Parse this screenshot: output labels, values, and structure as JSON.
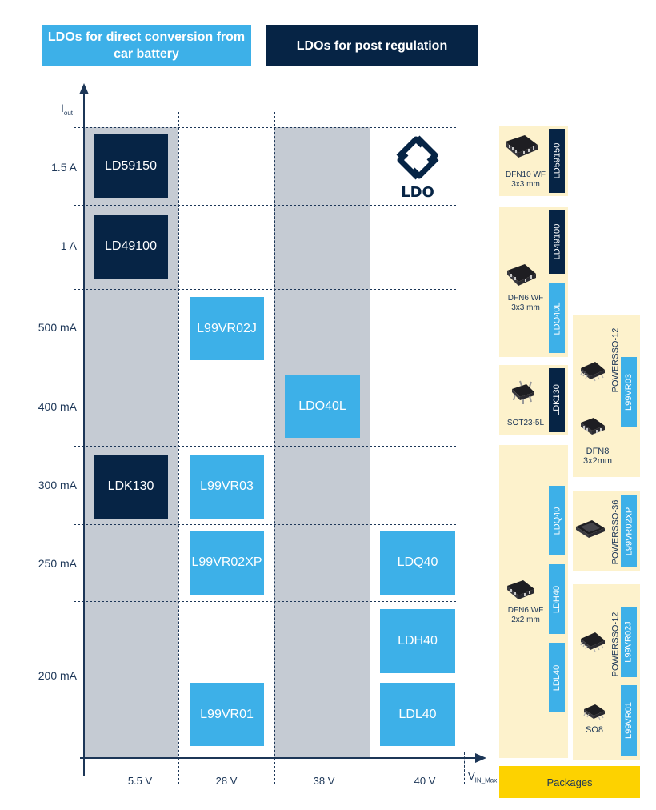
{
  "legend": {
    "direct": "LDOs for direct conversion from car battery",
    "post": "LDOs for post regulation"
  },
  "axes": {
    "y_label": "I",
    "y_label_sub": "out",
    "x_label": "V",
    "x_label_sub": "IN_Max",
    "y_ticks": [
      "1.5 A",
      "1 A",
      "500 mA",
      "400 mA",
      "300 mA",
      "250 mA",
      "200 mA"
    ],
    "x_ticks": [
      "5.5 V",
      "28 V",
      "38 V",
      "40 V"
    ]
  },
  "logo": {
    "text": "LDO"
  },
  "parts": {
    "ld59150": "LD59150",
    "ld49100": "LD49100",
    "l99vr02j": "L99VR02J",
    "ldo40l": "LDO40L",
    "ldk130": "LDK130",
    "l99vr03": "L99VR03",
    "l99vr02xp": "L99VR02XP",
    "ldq40": "LDQ40",
    "ldh40": "LDH40",
    "l99vr01": "L99VR01",
    "ldl40": "LDL40"
  },
  "packages": {
    "dfn10": [
      "DFN10 WF",
      "3x3 mm"
    ],
    "dfn6_3x3": [
      "DFN6 WF",
      "3x3 mm"
    ],
    "sot23": "SOT23-5L",
    "dfn6_2x2": [
      "DFN6 WF",
      "2x2 mm"
    ],
    "powersso12_a": "POWERSSO-12",
    "dfn8": [
      "DFN8",
      "3x2mm"
    ],
    "powersso36": "POWERSSO-36",
    "powersso12_b": "POWERSSO-12",
    "so8": "SO8",
    "footer": "Packages"
  },
  "colors": {
    "dark": "#062445",
    "light": "#3db0e8",
    "shade": "#c5cbd3",
    "package_panel": "#fdf2cc",
    "package_footer": "#fdd200"
  }
}
